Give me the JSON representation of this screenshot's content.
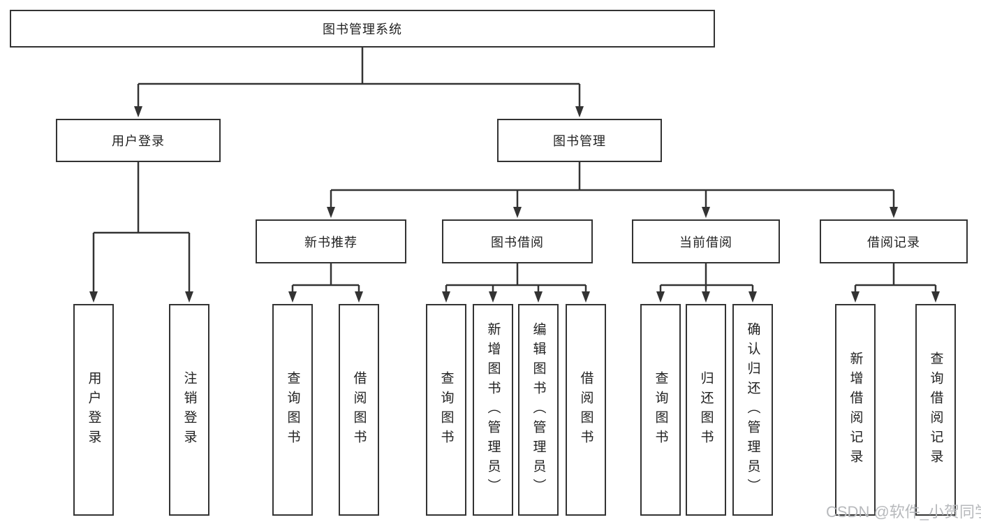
{
  "diagram": {
    "root": {
      "label": "图书管理系统"
    },
    "level2": {
      "user_login": {
        "label": "用户登录"
      },
      "book_management": {
        "label": "图书管理"
      }
    },
    "level3": {
      "new_book_recommend": {
        "label": "新书推荐"
      },
      "book_borrowing": {
        "label": "图书借阅"
      },
      "current_borrowing": {
        "label": "当前借阅"
      },
      "borrow_records": {
        "label": "借阅记录"
      }
    },
    "leaves": {
      "user_login_leaf": {
        "label": "用户登录"
      },
      "logout": {
        "label": "注销登录"
      },
      "recommend_query_books": {
        "label": "查询图书"
      },
      "recommend_borrow_books": {
        "label": "借阅图书"
      },
      "borrowing_query_books": {
        "label": "查询图书"
      },
      "borrowing_add_books_admin": {
        "label": "新增图书（管理员）"
      },
      "borrowing_edit_books_admin": {
        "label": "编辑图书（管理员）"
      },
      "borrowing_borrow_books": {
        "label": "借阅图书"
      },
      "current_query_books": {
        "label": "查询图书"
      },
      "current_return_books": {
        "label": "归还图书"
      },
      "current_confirm_return_admin": {
        "label": "确认归还（管理员）"
      },
      "records_add_record": {
        "label": "新增借阅记录"
      },
      "records_query_record": {
        "label": "查询借阅记录"
      }
    }
  },
  "watermark": {
    "text": "CSDN @软件_小贺同学"
  },
  "colors": {
    "line": "#333333",
    "box_border": "#333333",
    "background": "#ffffff",
    "text": "#222222",
    "watermark": "#b7b9bc"
  }
}
